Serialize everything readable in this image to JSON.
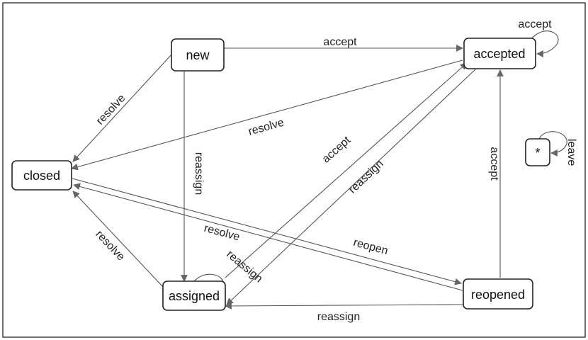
{
  "diagram": {
    "nodes": {
      "new": "new",
      "accepted": "accepted",
      "closed": "closed",
      "assigned": "assigned",
      "reopened": "reopened",
      "star": "*"
    },
    "labels": {
      "new_accepted": "accept",
      "accepted_self": "accept",
      "new_closed": "resolve",
      "accepted_closed": "resolve",
      "new_assigned": "reassign",
      "assigned_accepted": "accept",
      "accepted_assigned": "reassign",
      "reopened_accepted": "accept",
      "star_self": "leave",
      "assigned_closed": "resolve",
      "reopened_closed": "resolve",
      "closed_reopened": "reopen",
      "assigned_self": "reassign",
      "reopened_assigned": "reassign"
    }
  }
}
